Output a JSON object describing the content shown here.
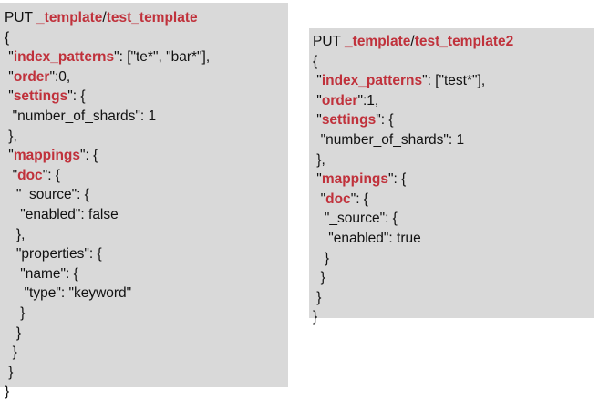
{
  "panels": [
    {
      "id": "panel-left",
      "lines": [
        [
          {
            "t": "PUT "
          },
          {
            "t": "_template",
            "k": 1
          },
          {
            "t": "/"
          },
          {
            "t": "test_template",
            "k": 1
          }
        ],
        [
          {
            "t": "{"
          }
        ],
        [
          {
            "t": " \""
          },
          {
            "t": "index_patterns",
            "k": 1
          },
          {
            "t": "\": [\"te*\", \"bar*\"],"
          }
        ],
        [
          {
            "t": " \""
          },
          {
            "t": "order",
            "k": 1
          },
          {
            "t": "\":0,"
          }
        ],
        [
          {
            "t": " \""
          },
          {
            "t": "settings",
            "k": 1
          },
          {
            "t": "\": {"
          }
        ],
        [
          {
            "t": "  \"number_of_shards\": 1"
          }
        ],
        [
          {
            "t": " },"
          }
        ],
        [
          {
            "t": " \""
          },
          {
            "t": "mappings",
            "k": 1
          },
          {
            "t": "\": {"
          }
        ],
        [
          {
            "t": "  \""
          },
          {
            "t": "doc",
            "k": 1
          },
          {
            "t": "\": {"
          }
        ],
        [
          {
            "t": "   \"_source\": {"
          }
        ],
        [
          {
            "t": "    \"enabled\": false"
          }
        ],
        [
          {
            "t": "   },"
          }
        ],
        [
          {
            "t": "   \"properties\": {"
          }
        ],
        [
          {
            "t": "    \"name\": {"
          }
        ],
        [
          {
            "t": "     \"type\": \"keyword\""
          }
        ],
        [
          {
            "t": "    }"
          }
        ],
        [
          {
            "t": "   }"
          }
        ],
        [
          {
            "t": "  }"
          }
        ],
        [
          {
            "t": " }"
          }
        ],
        [
          {
            "t": "}"
          }
        ]
      ]
    },
    {
      "id": "panel-right",
      "lines": [
        [
          {
            "t": "PUT "
          },
          {
            "t": "_template",
            "k": 1
          },
          {
            "t": "/"
          },
          {
            "t": "test_template2",
            "k": 1
          }
        ],
        [
          {
            "t": "{"
          }
        ],
        [
          {
            "t": " \""
          },
          {
            "t": "index_patterns",
            "k": 1
          },
          {
            "t": "\": [\"test*\"],"
          }
        ],
        [
          {
            "t": " \""
          },
          {
            "t": "order",
            "k": 1
          },
          {
            "t": "\":1,"
          }
        ],
        [
          {
            "t": " \""
          },
          {
            "t": "settings",
            "k": 1
          },
          {
            "t": "\": {"
          }
        ],
        [
          {
            "t": "  \"number_of_shards\": 1"
          }
        ],
        [
          {
            "t": " },"
          }
        ],
        [
          {
            "t": " \""
          },
          {
            "t": "mappings",
            "k": 1
          },
          {
            "t": "\": {"
          }
        ],
        [
          {
            "t": "  \""
          },
          {
            "t": "doc",
            "k": 1
          },
          {
            "t": "\": {"
          }
        ],
        [
          {
            "t": "   \"_source\": {"
          }
        ],
        [
          {
            "t": "    \"enabled\": true"
          }
        ],
        [
          {
            "t": "   }"
          }
        ],
        [
          {
            "t": "  }"
          }
        ],
        [
          {
            "t": " }"
          }
        ],
        [
          {
            "t": "}"
          }
        ]
      ]
    }
  ],
  "colors": {
    "panel_background": "#d9d9d9",
    "keyword": "#c0313b",
    "text": "#111111"
  }
}
